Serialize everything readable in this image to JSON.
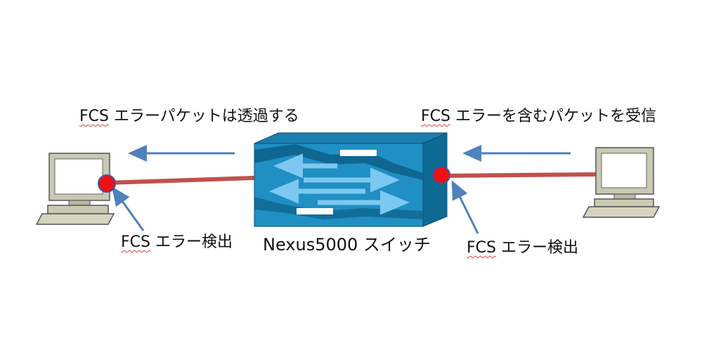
{
  "labels": {
    "top_left_prefix": "FCS",
    "top_left_suffix": " エラーパケットは透過する",
    "top_right_prefix": "FCS",
    "top_right_suffix": " エラーを含むパケットを受信",
    "bottom_left_prefix": "FCS",
    "bottom_left_suffix": " エラー検出",
    "bottom_right_prefix": "FCS",
    "bottom_right_suffix": " エラー検出",
    "switch": "Nexus5000 スイッチ"
  },
  "colors": {
    "link": "#c0504d",
    "arrow": "#4f81bd",
    "error_dot": "#ee1111",
    "switch_front": "#1f8fc4",
    "switch_side": "#0e6a93",
    "switch_flow": "#7cc8f0",
    "pc_body": "#c8c8b4"
  },
  "icons": [
    "computer-left-icon",
    "computer-right-icon",
    "switch-icon"
  ]
}
